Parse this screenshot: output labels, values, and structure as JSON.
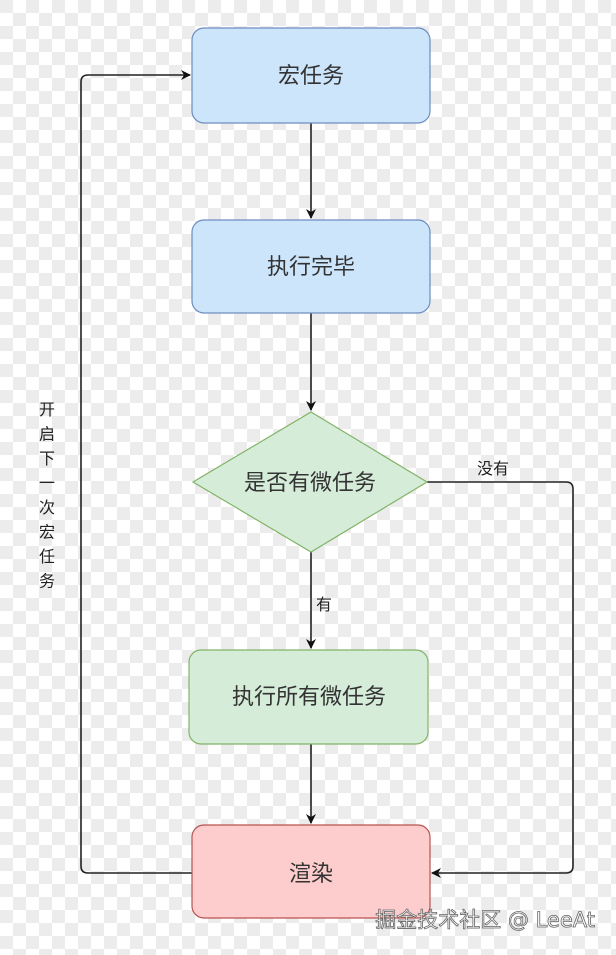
{
  "nodes": {
    "macro_task": {
      "label": "宏任务",
      "fill": "#cce5fb",
      "stroke": "#6c8ebf"
    },
    "exec_done": {
      "label": "执行完毕",
      "fill": "#cce5fb",
      "stroke": "#6c8ebf"
    },
    "has_micro": {
      "label": "是否有微任务",
      "fill": "#d5ecd9",
      "stroke": "#82b366"
    },
    "exec_micro": {
      "label": "执行所有微任务",
      "fill": "#d5ecd9",
      "stroke": "#82b366"
    },
    "render": {
      "label": "渲染",
      "fill": "#fdcdcd",
      "stroke": "#b85450"
    }
  },
  "edges": {
    "yes_label": "有",
    "no_label": "没有",
    "loop_label": [
      "开",
      "启",
      "下",
      "一",
      "次",
      "宏",
      "任",
      "务"
    ]
  },
  "watermark": "掘金技术社区 @ LeeAt"
}
